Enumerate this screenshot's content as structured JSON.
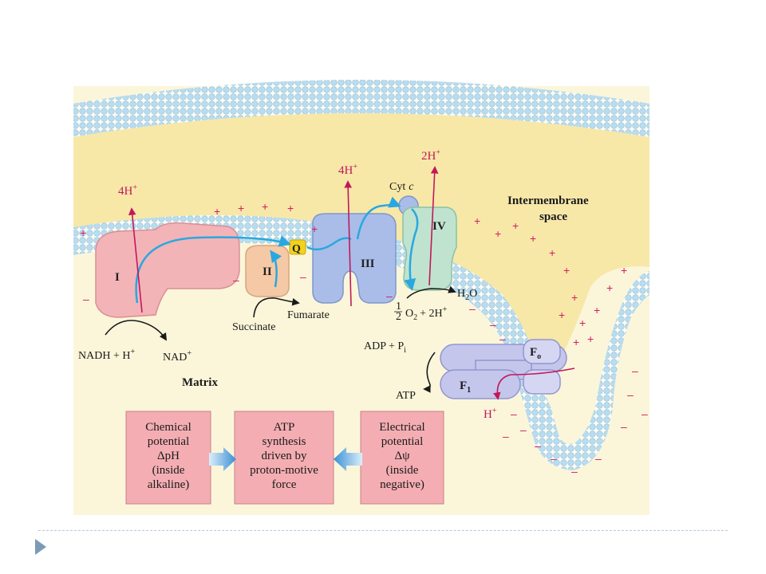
{
  "labels": {
    "complex_i": "I",
    "complex_ii": "II",
    "complex_iii": "III",
    "complex_iv": "IV",
    "q": "Q",
    "h_complex_i": "4H",
    "h_complex_iii": "4H",
    "h_complex_iv": "2H",
    "superscript_plus": "+",
    "cyt_c": "Cyt",
    "cyt_c_italic": "c",
    "intermembrane_line1": "Intermembrane",
    "intermembrane_line2": "space",
    "matrix": "Matrix",
    "nadh": "NADH + H",
    "nad": "NAD",
    "succinate": "Succinate",
    "fumarate": "Fumarate",
    "h2o_h": "H",
    "h2o_sub": "2",
    "h2o_o": "O",
    "half": "1",
    "half_den": "2",
    "o2_o": "O",
    "o2_sub": "2",
    "o2_rest": "+ 2H",
    "adp": "ADP + P",
    "adp_sub": "i",
    "atp": "ATP",
    "fo_f": "F",
    "fo_sub": "o",
    "f1_f": "F",
    "f1_sub": "1",
    "h_out": "H"
  },
  "boxes": {
    "chemical": [
      "Chemical",
      "potential",
      "ΔpH",
      "(inside",
      "alkaline)"
    ],
    "atp_synthesis": [
      "ATP",
      "synthesis",
      "driven by",
      "proton-motive",
      "force"
    ],
    "electrical": [
      "Electrical",
      "potential",
      "Δψ",
      "(inside",
      "negative)"
    ]
  },
  "colors": {
    "background": "#fbf6da",
    "intermembrane": "#f7e8a8",
    "membrane_head": "#b9dcef",
    "complex_i": "#f3b4b8",
    "complex_ii": "#f5c9a6",
    "complex_iii": "#a9bde8",
    "complex_iv": "#bfe3cf",
    "atp_synthase": "#c4c6ec",
    "q": "#f2d21c",
    "box_fill": "#f4aeb3",
    "electron_arrow": "#2aa7e0",
    "proton_arrow": "#c2185b"
  }
}
